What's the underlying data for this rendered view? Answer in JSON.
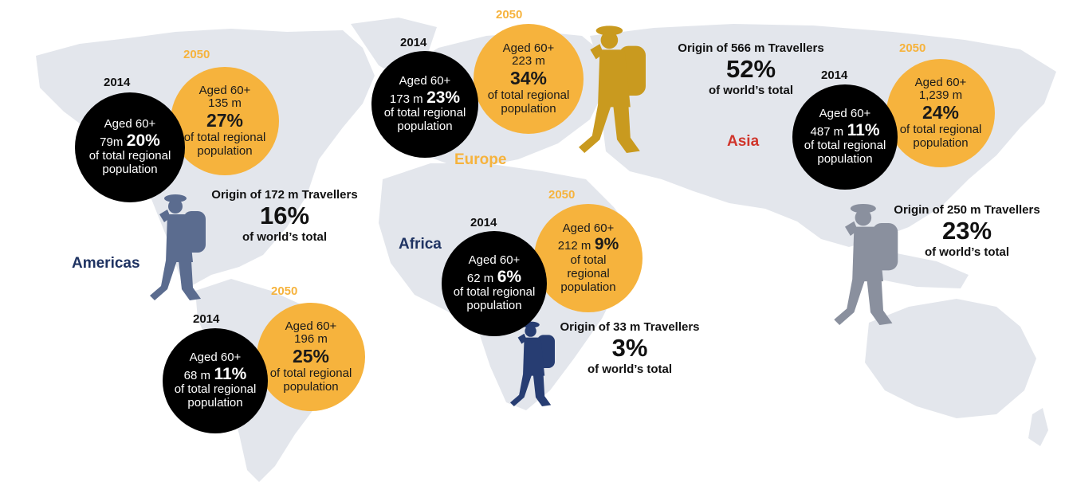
{
  "colors": {
    "land": "#e3e6ec",
    "black_circle": "#000000",
    "orange_circle": "#f6b33d",
    "americas": "#1f3362",
    "europe": "#f6b33d",
    "africa": "#1f3362",
    "asia": "#d0352b",
    "traveller_americas": "#5b6c8f",
    "traveller_europe": "#c99a1f",
    "traveller_africa": "#273d72",
    "traveller_oceania": "#8a909e"
  },
  "regions": {
    "americas": "Americas",
    "europe": "Europe",
    "africa": "Africa",
    "asia": "Asia"
  },
  "circles": {
    "aged_label": "Aged 60+",
    "of_total_regional": "of total regional",
    "of_total": "of total",
    "regional": "regional",
    "population": "population",
    "north_america": {
      "year_2014": "2014",
      "value_2014": "79m",
      "pct_2014": "20%",
      "year_2050": "2050",
      "value_2050": "135 m",
      "pct_2050": "27%"
    },
    "south_america": {
      "year_2014": "2014",
      "value_2014": "68 m",
      "pct_2014": "11%",
      "year_2050": "2050",
      "value_2050": "196 m",
      "pct_2050": "25%"
    },
    "europe": {
      "year_2014": "2014",
      "value_2014": "173 m",
      "pct_2014": "23%",
      "year_2050": "2050",
      "value_2050": "223 m",
      "pct_2050": "34%"
    },
    "africa": {
      "year_2014": "2014",
      "value_2014": "62 m",
      "pct_2014": "6%",
      "year_2050": "2050",
      "value_2050": "212 m",
      "pct_2050": "9%"
    },
    "asia": {
      "year_2014": "2014",
      "value_2014": "487 m",
      "pct_2014": "11%",
      "year_2050": "2050",
      "value_2050": "1,239 m",
      "pct_2050": "24%"
    }
  },
  "origins": {
    "world_total": "of world’s total",
    "americas": {
      "title": "Origin of 172 m Travellers",
      "pct": "16%"
    },
    "europe_asia": {
      "title": "Origin of 566 m Travellers",
      "pct": "52%"
    },
    "africa": {
      "title": "Origin of 33 m Travellers",
      "pct": "3%"
    },
    "oceania": {
      "title": "Origin of 250 m Travellers",
      "pct": "23%"
    }
  }
}
